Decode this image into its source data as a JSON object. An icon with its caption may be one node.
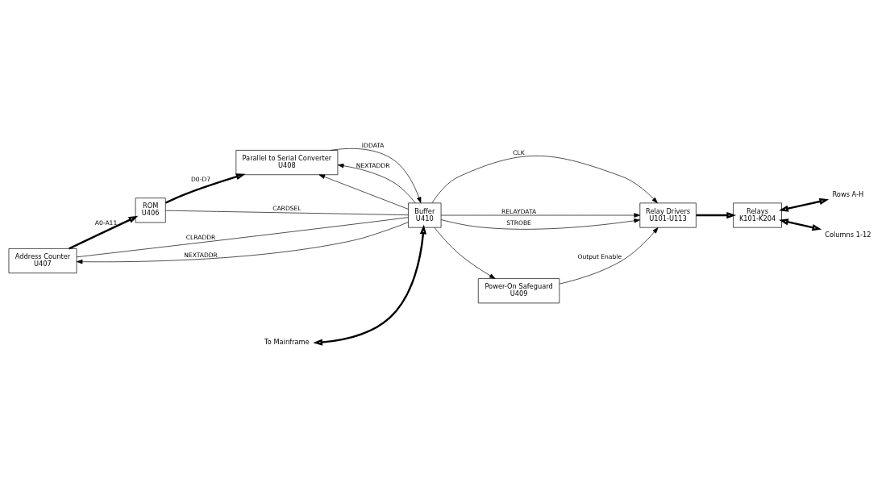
{
  "diagram": {
    "nodes": [
      {
        "text": [
          "Address Counter",
          "U407"
        ]
      },
      {
        "text": [
          "ROM",
          "U406"
        ]
      },
      {
        "text": [
          "Parallel to Serial Converter",
          "U408"
        ]
      },
      {
        "text": [
          "Buffer",
          "U410"
        ]
      },
      {
        "text": [
          "Relay Drivers",
          "U101-U113"
        ]
      },
      {
        "text": [
          "Relays",
          "K101-K204"
        ]
      },
      {
        "text": [
          "Power-On Safeguard",
          "U409"
        ]
      },
      {
        "text": [
          "To Mainframe"
        ]
      },
      {
        "text": [
          "Rows A-H"
        ]
      },
      {
        "text": [
          "Columns 1-12"
        ]
      }
    ],
    "edges": [
      {
        "from": 0,
        "to": 1,
        "arrow": "to",
        "label": "A0-A11",
        "style": "thick"
      },
      {
        "from": 1,
        "to": 2,
        "arrow": "to",
        "label": "D0-D7",
        "style": "thick"
      },
      {
        "from": 0,
        "to": 3,
        "arrow": "none",
        "label": "CLRADDR"
      },
      {
        "from": 3,
        "to": 0,
        "arrow": "to",
        "label": "NEXTADDR"
      },
      {
        "from": 3,
        "to": 2,
        "arrow": "to",
        "label": "NEXTADDR"
      },
      {
        "from": 1,
        "to": 3,
        "arrow": "none",
        "label": "CARDSEL"
      },
      {
        "from": 2,
        "to": 3,
        "arrow": "to",
        "label": "IDDATA"
      },
      {
        "from": 3,
        "to": 4,
        "arrow": "to",
        "label": "CLK"
      },
      {
        "from": 3,
        "to": 2,
        "arrow": "to"
      },
      {
        "from": 3,
        "to": 4,
        "arrow": "to",
        "label": "RELAYDATA"
      },
      {
        "from": 3,
        "to": 4,
        "arrow": "to",
        "label": "STROBE"
      },
      {
        "from": 3,
        "to": 6,
        "arrow": "to"
      },
      {
        "from": 6,
        "to": 4,
        "arrow": "to",
        "label": "Output Enable"
      },
      {
        "from": 4,
        "to": 5,
        "arrow": "to",
        "style": "thick"
      },
      {
        "from": 7,
        "to": 3,
        "arrow": "both",
        "style": "thick"
      },
      {
        "from": 5,
        "to": 8,
        "arrow": "both",
        "style": "thick"
      },
      {
        "from": 5,
        "to": 9,
        "arrow": "both",
        "style": "thick"
      }
    ]
  }
}
